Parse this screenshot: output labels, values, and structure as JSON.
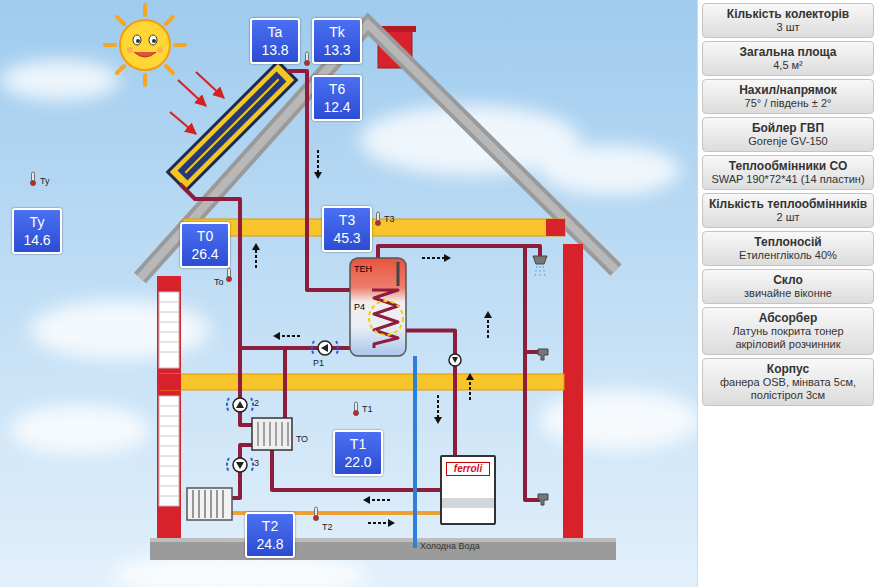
{
  "diagram": {
    "nodes": [
      {
        "text": [
          "Ta",
          "13.8"
        ]
      },
      {
        "text": [
          "Tk",
          "13.3"
        ]
      },
      {
        "text": [
          "T6",
          "12.4"
        ]
      },
      {
        "text": [
          "Ty",
          "14.6"
        ]
      },
      {
        "text": [
          "T0",
          "26.4"
        ]
      },
      {
        "text": [
          "T3",
          "45.3"
        ]
      },
      {
        "text": [
          "ТЕН",
          "P4"
        ]
      },
      {
        "text": [
          "T1",
          "22.0"
        ]
      },
      {
        "text": [
          "ferroli"
        ]
      },
      {
        "text": [
          "T2",
          "24.8"
        ]
      },
      {
        "text": [
          "Кількість колекторів",
          "3 шт"
        ]
      },
      {
        "text": [
          "Загальна площа",
          "4,5 м²"
        ]
      },
      {
        "text": [
          "Нахил/напрямок",
          "75° / південь ± 2°"
        ]
      },
      {
        "text": [
          "Бойлер ГВП",
          "Gorenje GV-150"
        ]
      },
      {
        "text": [
          "Теплообмінники СО",
          "SWAP 190*72*41 (14 пластин)"
        ]
      },
      {
        "text": [
          "Кількість теплообмінників",
          "2 шт"
        ]
      },
      {
        "text": [
          "Теплоносій",
          "Етиленгліколь 40%"
        ]
      },
      {
        "text": [
          "Скло",
          "звичайне віконне"
        ]
      },
      {
        "text": [
          "Абсорбер",
          "Латунь покрита тонер акріловий розчинник"
        ]
      },
      {
        "text": [
          "Корпус",
          "фанера OSB, мінвата 5см, полістірол 3см"
        ]
      }
    ],
    "edges": [
      {
        "from": 8,
        "to": 6,
        "arrow": "none"
      }
    ],
    "labels": [
      "Ty",
      "To",
      "T3",
      "T1",
      "T2",
      "ТО",
      "P1",
      "2",
      "3",
      "Холодна Вода"
    ]
  }
}
